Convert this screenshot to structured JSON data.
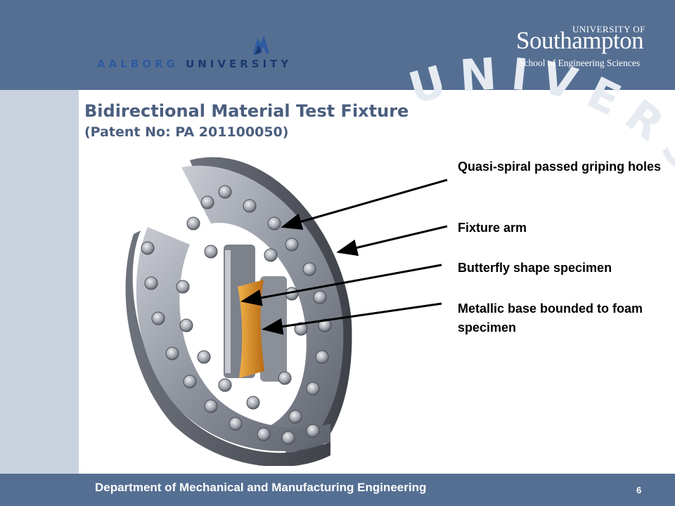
{
  "header": {
    "aalborg_logo_text_first": "AALBORG",
    "aalborg_logo_text_second": "UNIVERSITY",
    "southampton_university_of": "UNIVERSITY OF",
    "southampton_name": "Southampton",
    "southampton_school": "School of Engineering Sciences"
  },
  "slide": {
    "title": "Bidirectional Material Test Fixture",
    "subtitle": "(Patent No: PA 201100050)",
    "callouts": [
      "Quasi-spiral passed griping holes",
      "Fixture arm",
      "Butterfly shape  specimen",
      "Metallic base bounded to foam specimen"
    ],
    "watermark_text": "UNIVERSITAS VIIS N"
  },
  "footer": {
    "department": "Department of Mechanical and Manufacturing Engineering",
    "page_number": "6"
  },
  "colors": {
    "header_blue": "#556f93",
    "left_strip": "#c9d3df",
    "title_color": "#4a5e7e",
    "specimen_orange": "#d98a1e",
    "steel": "#9aa0ab"
  }
}
